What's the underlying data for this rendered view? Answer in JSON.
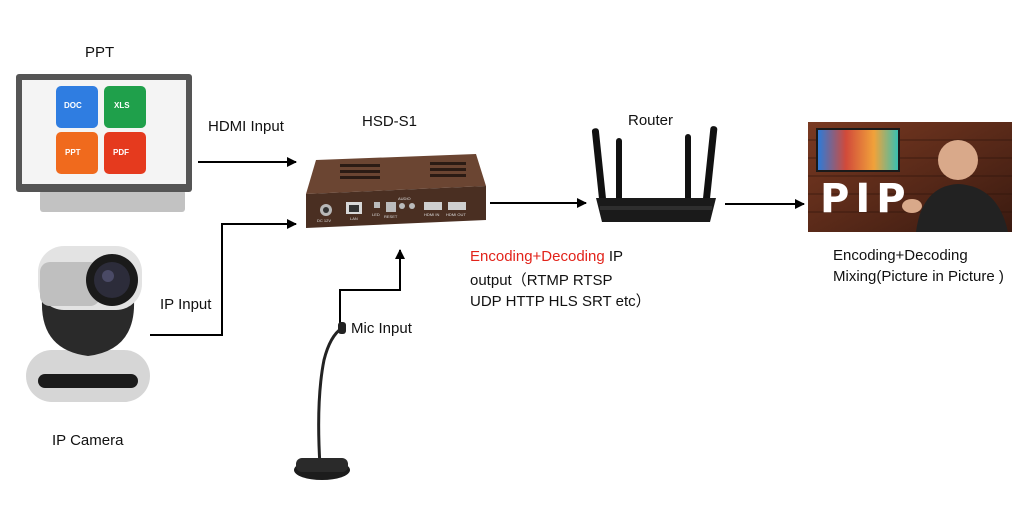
{
  "labels": {
    "ppt": "PPT",
    "hdmi_input": "HDMI Input",
    "hsd": "HSD-S1",
    "router": "Router",
    "ip_input": "IP Input",
    "mic_input": "Mic Input",
    "ip_camera": "IP Camera",
    "encoding_red": "Encoding+Decoding",
    "encoding_rest_line1": " IP",
    "output_line2": "output（RTMP RTSP",
    "output_line3": "UDP HTTP HLS SRT etc）",
    "pip_line1": "Encoding+Decoding",
    "pip_line2": "Mixing(Picture in Picture )"
  },
  "tiles": {
    "doc": "DOC",
    "xls": "XLS",
    "ppt": "PPT",
    "pdf": "PDF"
  },
  "device_ports": {
    "dc": "DC 12V",
    "lan": "LAN",
    "led": "LED",
    "reset": "RESET",
    "audio": "AUDIO",
    "hdmi_in": "HDMI IN",
    "hdmi_out": "HDMI OUT"
  },
  "pip_text": "PIP",
  "colors": {
    "doc_tile": "#2f7de1",
    "xls_tile": "#1fa04b",
    "ppt_tile": "#f06a1d",
    "pdf_tile": "#e53a1e",
    "accent_red": "#e2231a",
    "device_body": "#5a3a2a"
  }
}
